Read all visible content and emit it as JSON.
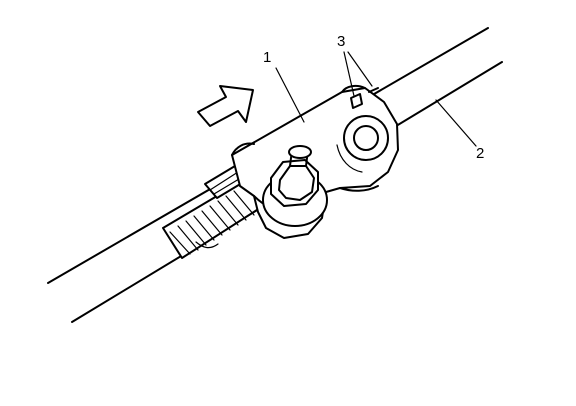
{
  "callouts": {
    "one": "1",
    "two": "2",
    "three": "3"
  },
  "colors": {
    "ink": "#000000",
    "paper": "#ffffff"
  },
  "icons": {
    "direction": "arrow-icon"
  }
}
